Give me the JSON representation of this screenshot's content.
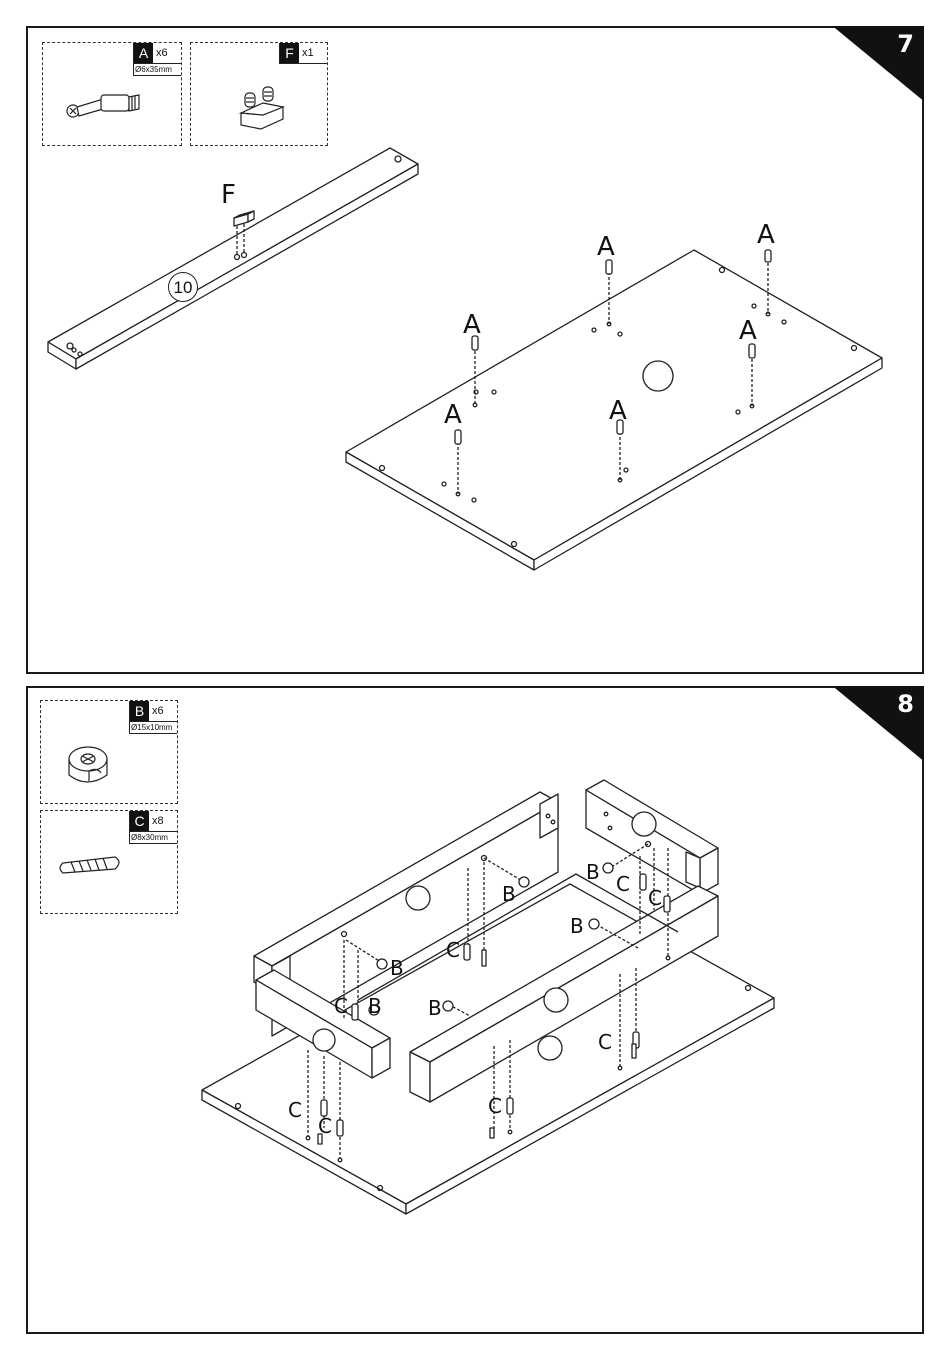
{
  "step7": {
    "number": "7",
    "parts": [
      {
        "letter": "A",
        "qty": "x6",
        "size": "Ø6x35mm"
      },
      {
        "letter": "F",
        "qty": "x1",
        "size": ""
      }
    ],
    "labels": {
      "F": "F",
      "panel_number": "10",
      "A": "A"
    }
  },
  "step8": {
    "number": "8",
    "parts": [
      {
        "letter": "B",
        "qty": "x6",
        "size": "Ø15x10mm"
      },
      {
        "letter": "C",
        "qty": "x8",
        "size": "Ø8x30mm"
      }
    ],
    "labels": {
      "B": "B",
      "C": "C"
    }
  },
  "colors": {
    "line": "#1a1a1a",
    "tab": "#111111",
    "panel_fill": "#ffffff"
  },
  "icons": [
    "cam-bolt-icon",
    "connector-bracket-icon",
    "cam-lock-icon",
    "wooden-dowel-icon"
  ]
}
